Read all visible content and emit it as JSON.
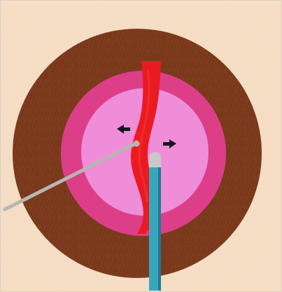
{
  "figure": {
    "kind": "medical-illustration",
    "colors": {
      "background": "#f9dfc5",
      "outer_tissue": "#7a3313",
      "outer_tissue_fiber": "#4a1d0b",
      "middle_ring": "#dc3f88",
      "inner_circle": "#f08dd8",
      "vessel": "#ea1b20",
      "instrument_left": "#b8b6b3",
      "instrument_center_shaft": "#39a6bc",
      "instrument_center_tip": "#c9c9c7",
      "arrow": "#17161b"
    },
    "parts": {
      "outer_tissue": "outer-brown-tissue-ring",
      "middle_ring": "pink-middle-ring",
      "inner_circle": "light-pink-inner-circle",
      "vessel": "red-vessel",
      "instrument_left": "left-probe",
      "instrument_center": "center-instrument",
      "arrows": [
        "left-arrow-icon",
        "right-arrow-icon"
      ]
    }
  }
}
